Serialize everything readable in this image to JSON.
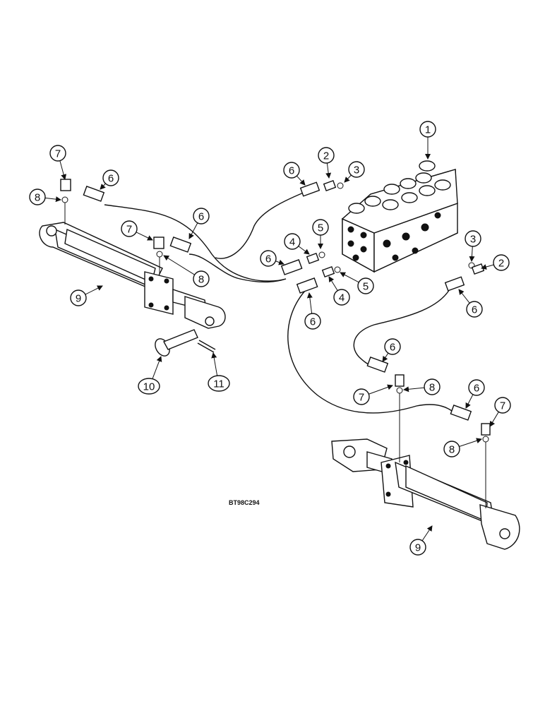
{
  "figure_code": "BT98C294",
  "callouts": [
    {
      "label": "1"
    },
    {
      "label": "2"
    },
    {
      "label": "3"
    },
    {
      "label": "6"
    },
    {
      "label": "4"
    },
    {
      "label": "5"
    },
    {
      "label": "6"
    },
    {
      "label": "4"
    },
    {
      "label": "5"
    },
    {
      "label": "6"
    },
    {
      "label": "3"
    },
    {
      "label": "2"
    },
    {
      "label": "6"
    },
    {
      "label": "7"
    },
    {
      "label": "6"
    },
    {
      "label": "8"
    },
    {
      "label": "7"
    },
    {
      "label": "6"
    },
    {
      "label": "8"
    },
    {
      "label": "9"
    },
    {
      "label": "10"
    },
    {
      "label": "11"
    },
    {
      "label": "6"
    },
    {
      "label": "7"
    },
    {
      "label": "8"
    },
    {
      "label": "6"
    },
    {
      "label": "7"
    },
    {
      "label": "8"
    },
    {
      "label": "9"
    }
  ]
}
